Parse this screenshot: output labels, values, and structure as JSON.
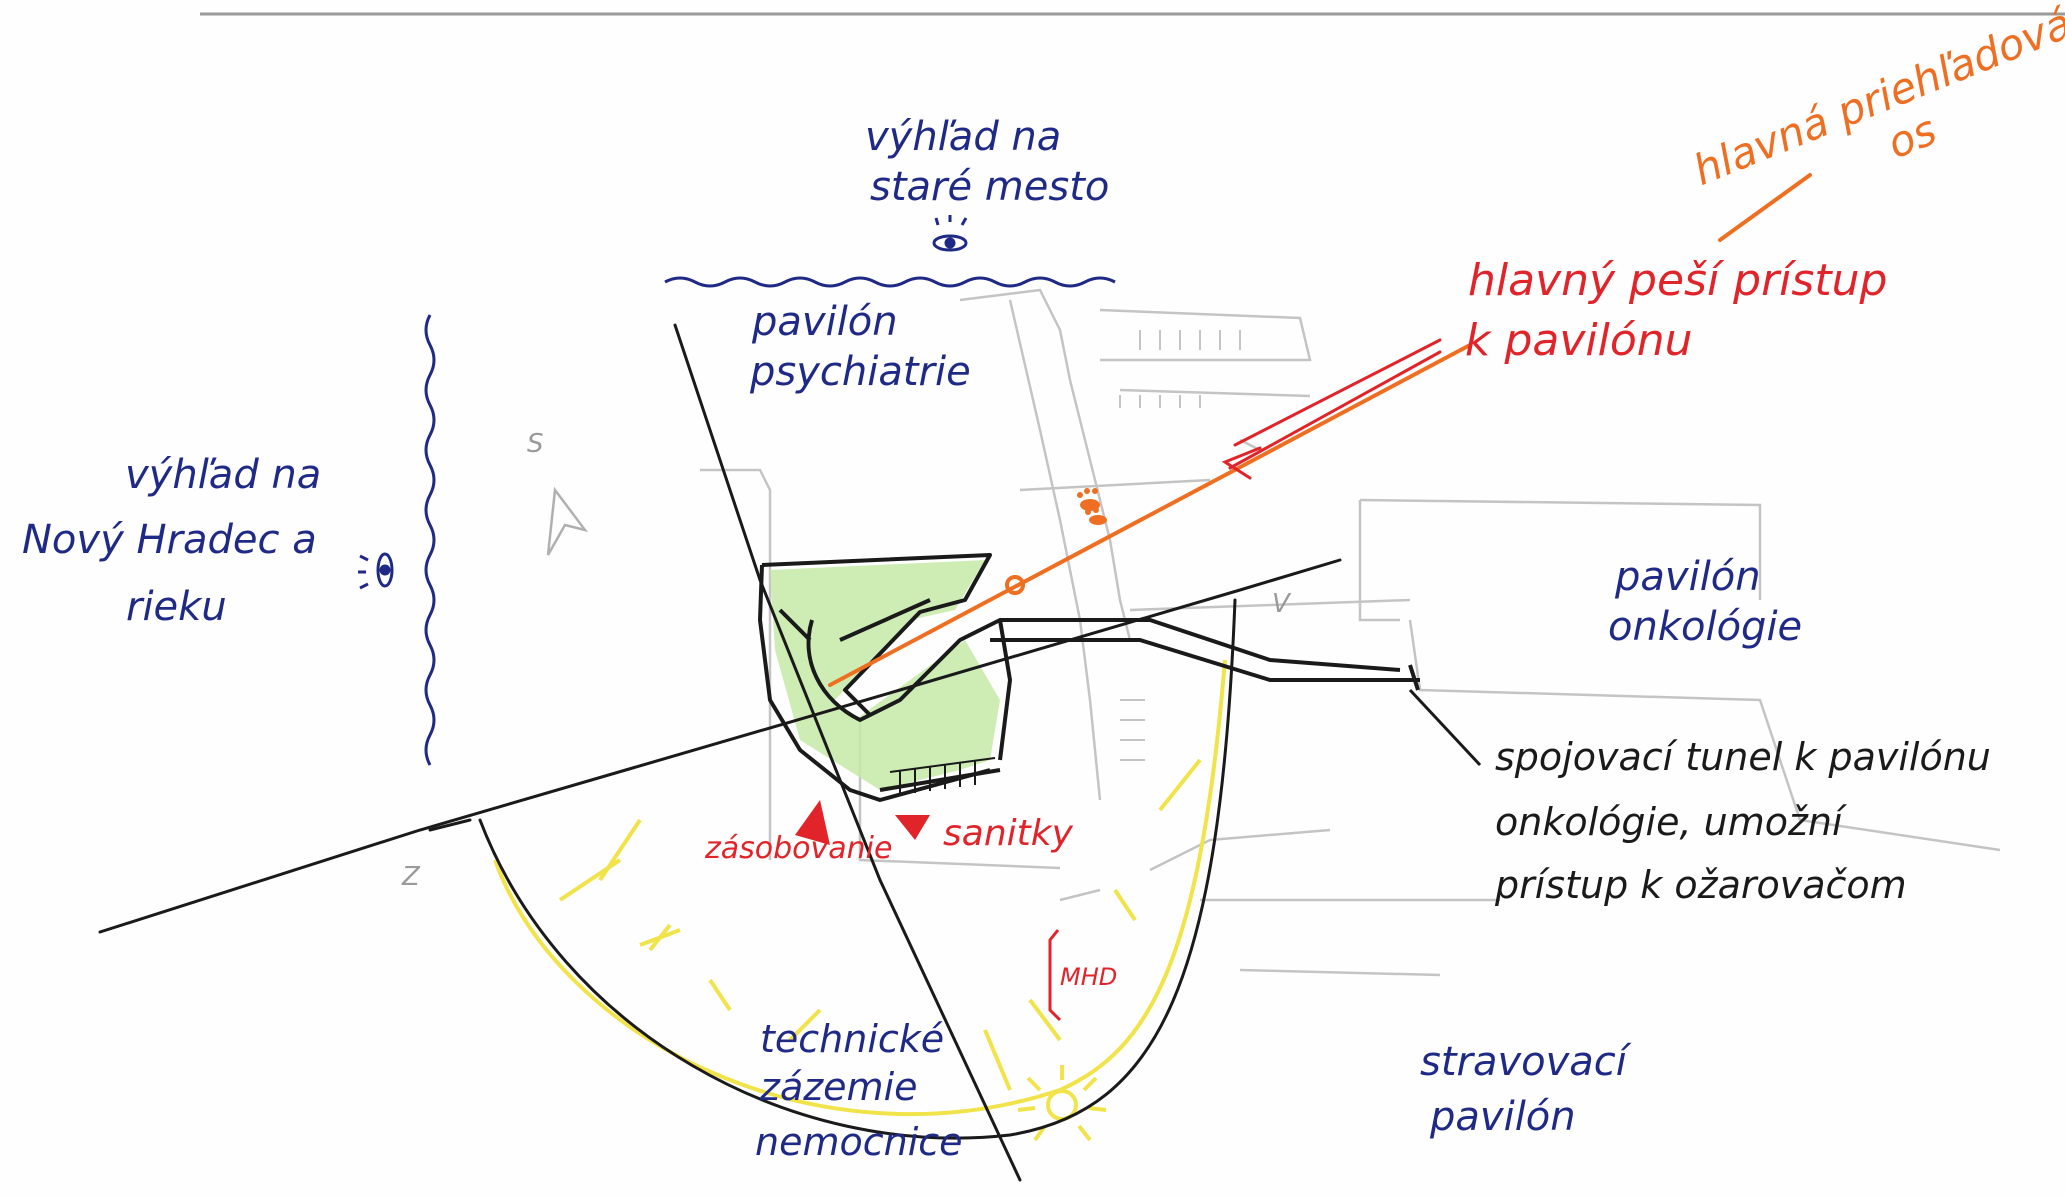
{
  "labels": {
    "view_old_town": [
      "výhľad na",
      "staré mesto"
    ],
    "psychiatry": [
      "pavilón",
      "psychiatrie"
    ],
    "view_new_castle": [
      "výhľad na",
      "Nový Hradec a",
      "rieku"
    ],
    "oncology": [
      "pavilón",
      "onkológie"
    ],
    "tunnel": [
      "spojovací tunel k pavilónu",
      "onkológie, umožní",
      "prístup k ožarovačom"
    ],
    "main_access": [
      "hlavný peší prístup",
      "k pavilónu"
    ],
    "main_axis": [
      "hlavná priehľadová",
      "os"
    ],
    "supply": "zásobovanie",
    "ambulance": "sanitky",
    "transit": "MHD",
    "technical": [
      "technické",
      "zázemie",
      "nemocnice"
    ],
    "dining": [
      "stravovací",
      "pavilón"
    ],
    "compass": {
      "north": "S",
      "east": "V",
      "west": "Z"
    }
  },
  "colors": {
    "ink_blue": "#1f2a86",
    "access_red": "#e0242a",
    "axis_orange": "#ee6f22",
    "pencil_grey": "#c4c4c4",
    "sun_yellow": "#f1e34a",
    "green_fill": "#c6eaa8"
  }
}
